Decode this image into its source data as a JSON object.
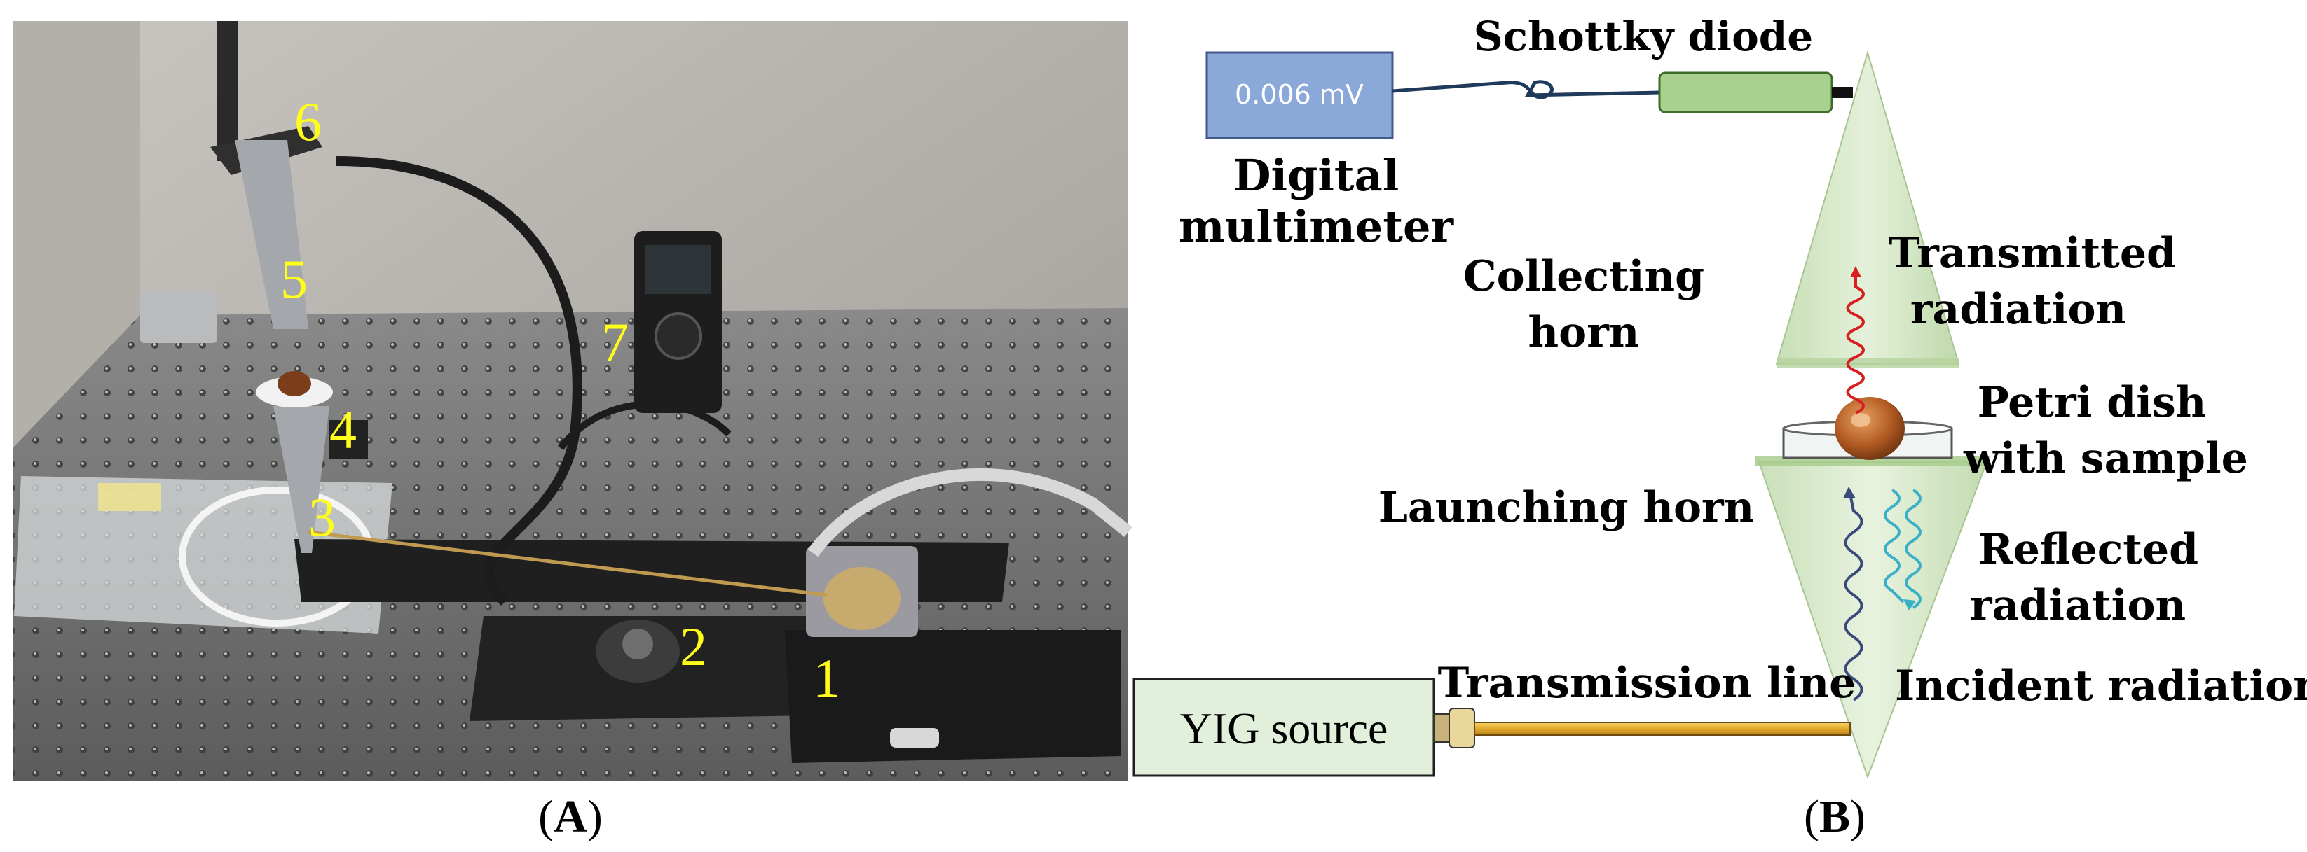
{
  "panel_a": {
    "caption_open": "(",
    "caption_letter": "A",
    "caption_close": ")",
    "markers": [
      "1",
      "2",
      "3",
      "4",
      "5",
      "6",
      "7"
    ]
  },
  "panel_b": {
    "caption_open": "(",
    "caption_letter": "B",
    "caption_close": ")",
    "multimeter_display": "0.006 mV",
    "multimeter_label_line1": "Digital",
    "multimeter_label_line2": "multimeter",
    "diode_label": "Schottky diode",
    "collecting_horn_line1": "Collecting",
    "collecting_horn_line2": "horn",
    "transmitted_line1": "Transmitted",
    "transmitted_line2": "radiation",
    "petri_line1": "Petri dish",
    "petri_line2": "with sample",
    "launching_horn": "Launching horn",
    "reflected_line1": "Reflected",
    "reflected_line2": "radiation",
    "incident": "Incident radiation",
    "transmission_line": "Transmission line",
    "yig_source": "YIG source"
  },
  "colors": {
    "marker_yellow": "#ffff1a",
    "multimeter_box": "#8aa8d8",
    "diode_green": "#a9d18e",
    "horn_green": "#cfe3bf",
    "yig_box": "#e2efda",
    "transmitted_wave": "#d62020",
    "reflected_wave": "#3ab0c8",
    "incident_wave": "#3a4a7a",
    "cable_gold": "#e8b63a"
  }
}
